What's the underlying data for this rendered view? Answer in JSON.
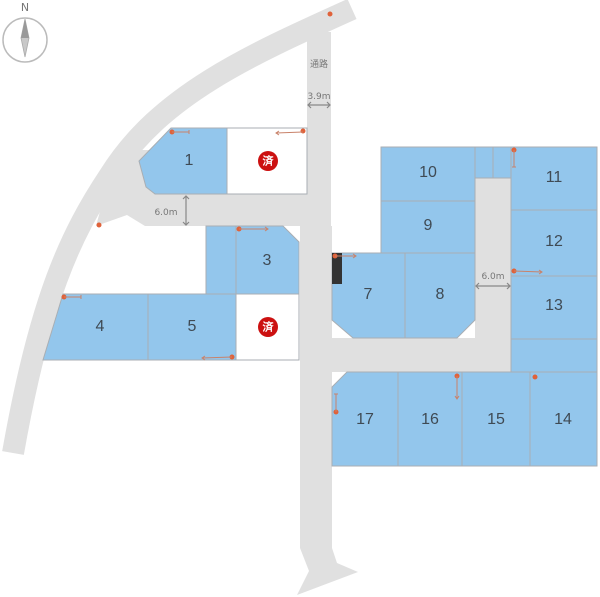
{
  "compass": {
    "north_label": "N"
  },
  "roads": {
    "passage_label": "通路",
    "passage_width": "3.9m",
    "road_width_west": "6.0m",
    "road_width_east": "6.0m"
  },
  "sold_mark": "済",
  "lots": [
    {
      "id": "1",
      "label": "1",
      "status": "available"
    },
    {
      "id": "2",
      "label": "",
      "status": "sold"
    },
    {
      "id": "3",
      "label": "3",
      "status": "available"
    },
    {
      "id": "4",
      "label": "4",
      "status": "available"
    },
    {
      "id": "5",
      "label": "5",
      "status": "available"
    },
    {
      "id": "6",
      "label": "",
      "status": "sold"
    },
    {
      "id": "7",
      "label": "7",
      "status": "available"
    },
    {
      "id": "8",
      "label": "8",
      "status": "available"
    },
    {
      "id": "9",
      "label": "9",
      "status": "available"
    },
    {
      "id": "10",
      "label": "10",
      "status": "available"
    },
    {
      "id": "11",
      "label": "11",
      "status": "available"
    },
    {
      "id": "12",
      "label": "12",
      "status": "available"
    },
    {
      "id": "13",
      "label": "13",
      "status": "available"
    },
    {
      "id": "14",
      "label": "14",
      "status": "available"
    },
    {
      "id": "15",
      "label": "15",
      "status": "available"
    },
    {
      "id": "16",
      "label": "16",
      "status": "available"
    },
    {
      "id": "17",
      "label": "17",
      "status": "available"
    }
  ],
  "colors": {
    "lot": "#93c6ec",
    "sold": "#cc1111",
    "road": "#e0e0e0",
    "marker": "#e0623a"
  }
}
